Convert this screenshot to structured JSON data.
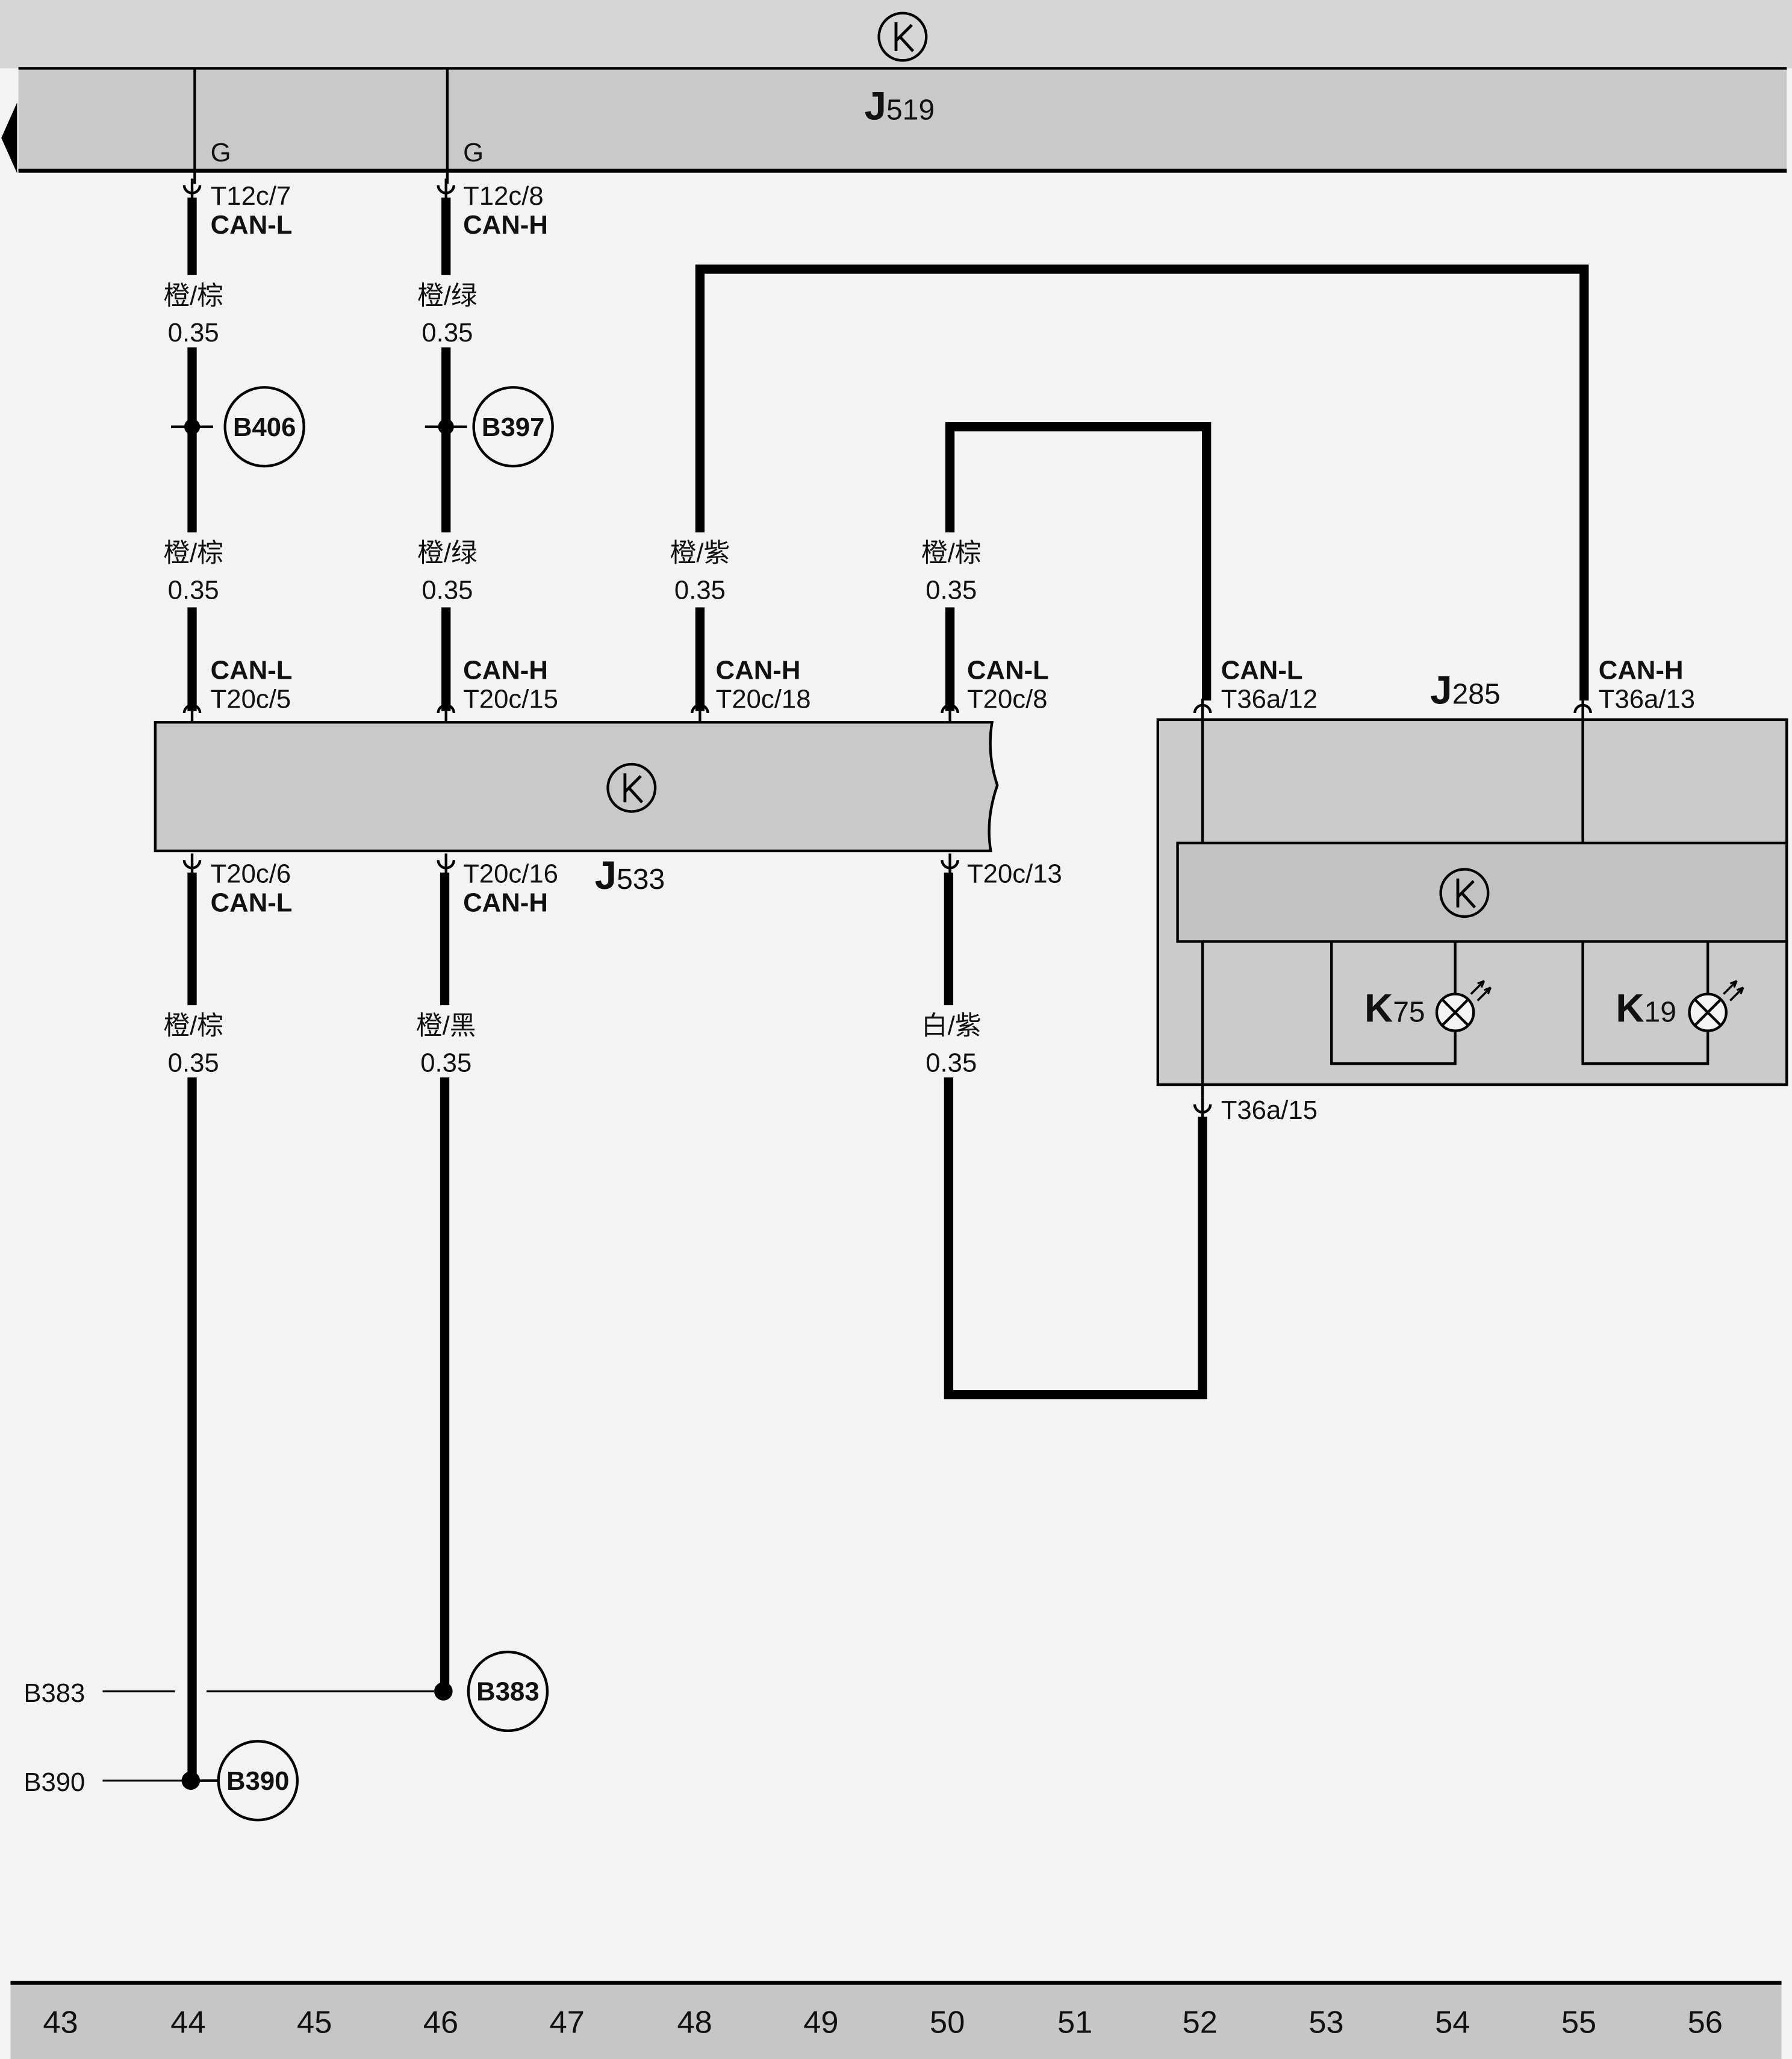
{
  "j519": {
    "letter": "J",
    "number": "519",
    "wire_color_left": "G",
    "wire_color_right": "G"
  },
  "col_44": {
    "j519_pin": "T12c/7",
    "j519_signal": "CAN-L",
    "upper_color": "橙/棕",
    "upper_size": "0.35",
    "splice": "B406",
    "lower_color": "橙/棕",
    "lower_size": "0.35",
    "j533_in_signal": "CAN-L",
    "j533_in_pin": "T20c/5",
    "j533_out_pin": "T20c/6",
    "j533_out_signal": "CAN-L",
    "bottom_color": "橙/棕",
    "bottom_size": "0.35",
    "bottom_splice": "B390"
  },
  "col_46": {
    "j519_pin": "T12c/8",
    "j519_signal": "CAN-H",
    "upper_color": "橙/绿",
    "upper_size": "0.35",
    "splice": "B397",
    "lower_color": "橙/绿",
    "lower_size": "0.35",
    "j533_in_signal": "CAN-H",
    "j533_in_pin": "T20c/15",
    "j533_out_pin": "T20c/16",
    "j533_out_signal": "CAN-H",
    "bottom_color": "橙/黑",
    "bottom_size": "0.35",
    "bottom_splice": "B383"
  },
  "col_48": {
    "color": "橙/紫",
    "size": "0.35",
    "j533_signal": "CAN-H",
    "j533_pin": "T20c/18"
  },
  "col_50": {
    "upper_color": "橙/棕",
    "upper_size": "0.35",
    "j533_in_signal": "CAN-L",
    "j533_in_pin": "T20c/8",
    "j533_out_pin": "T20c/13",
    "bottom_color": "白/紫",
    "bottom_size": "0.35"
  },
  "j533": {
    "letter": "J",
    "number": "533"
  },
  "j285": {
    "letter": "J",
    "number": "285",
    "can_l_signal": "CAN-L",
    "can_l_pin": "T36a/12",
    "can_h_signal": "CAN-H",
    "can_h_pin": "T36a/13",
    "return_pin": "T36a/15"
  },
  "indicators": [
    {
      "letter": "K",
      "number": "75"
    },
    {
      "letter": "K",
      "number": "19"
    }
  ],
  "refs": {
    "b383": "B383",
    "b390": "B390"
  },
  "grid_numbers": [
    "43",
    "44",
    "45",
    "46",
    "47",
    "48",
    "49",
    "50",
    "51",
    "52",
    "53",
    "54",
    "55",
    "56"
  ],
  "icons": {
    "bus": "can-bus-icon",
    "lamp": "indicator-lamp-icon",
    "arrow": "continuation-arrow-icon"
  },
  "colors": {
    "background": "#f3f3f3",
    "header": "#d6d6d6",
    "module": "#c9c9c9",
    "wire": "#000000"
  }
}
